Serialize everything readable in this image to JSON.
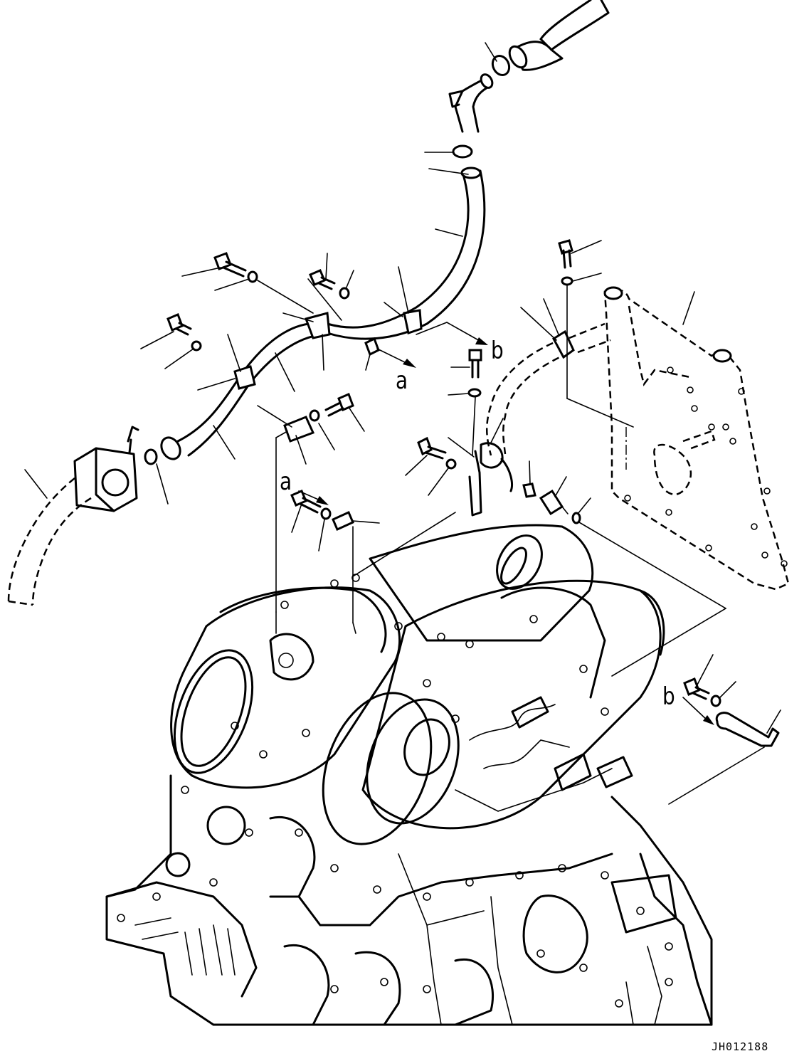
{
  "callouts": {
    "a_upper": "a",
    "a_lower": "a",
    "b_upper": "b",
    "b_lower": "b"
  },
  "document_id": "JH012188"
}
